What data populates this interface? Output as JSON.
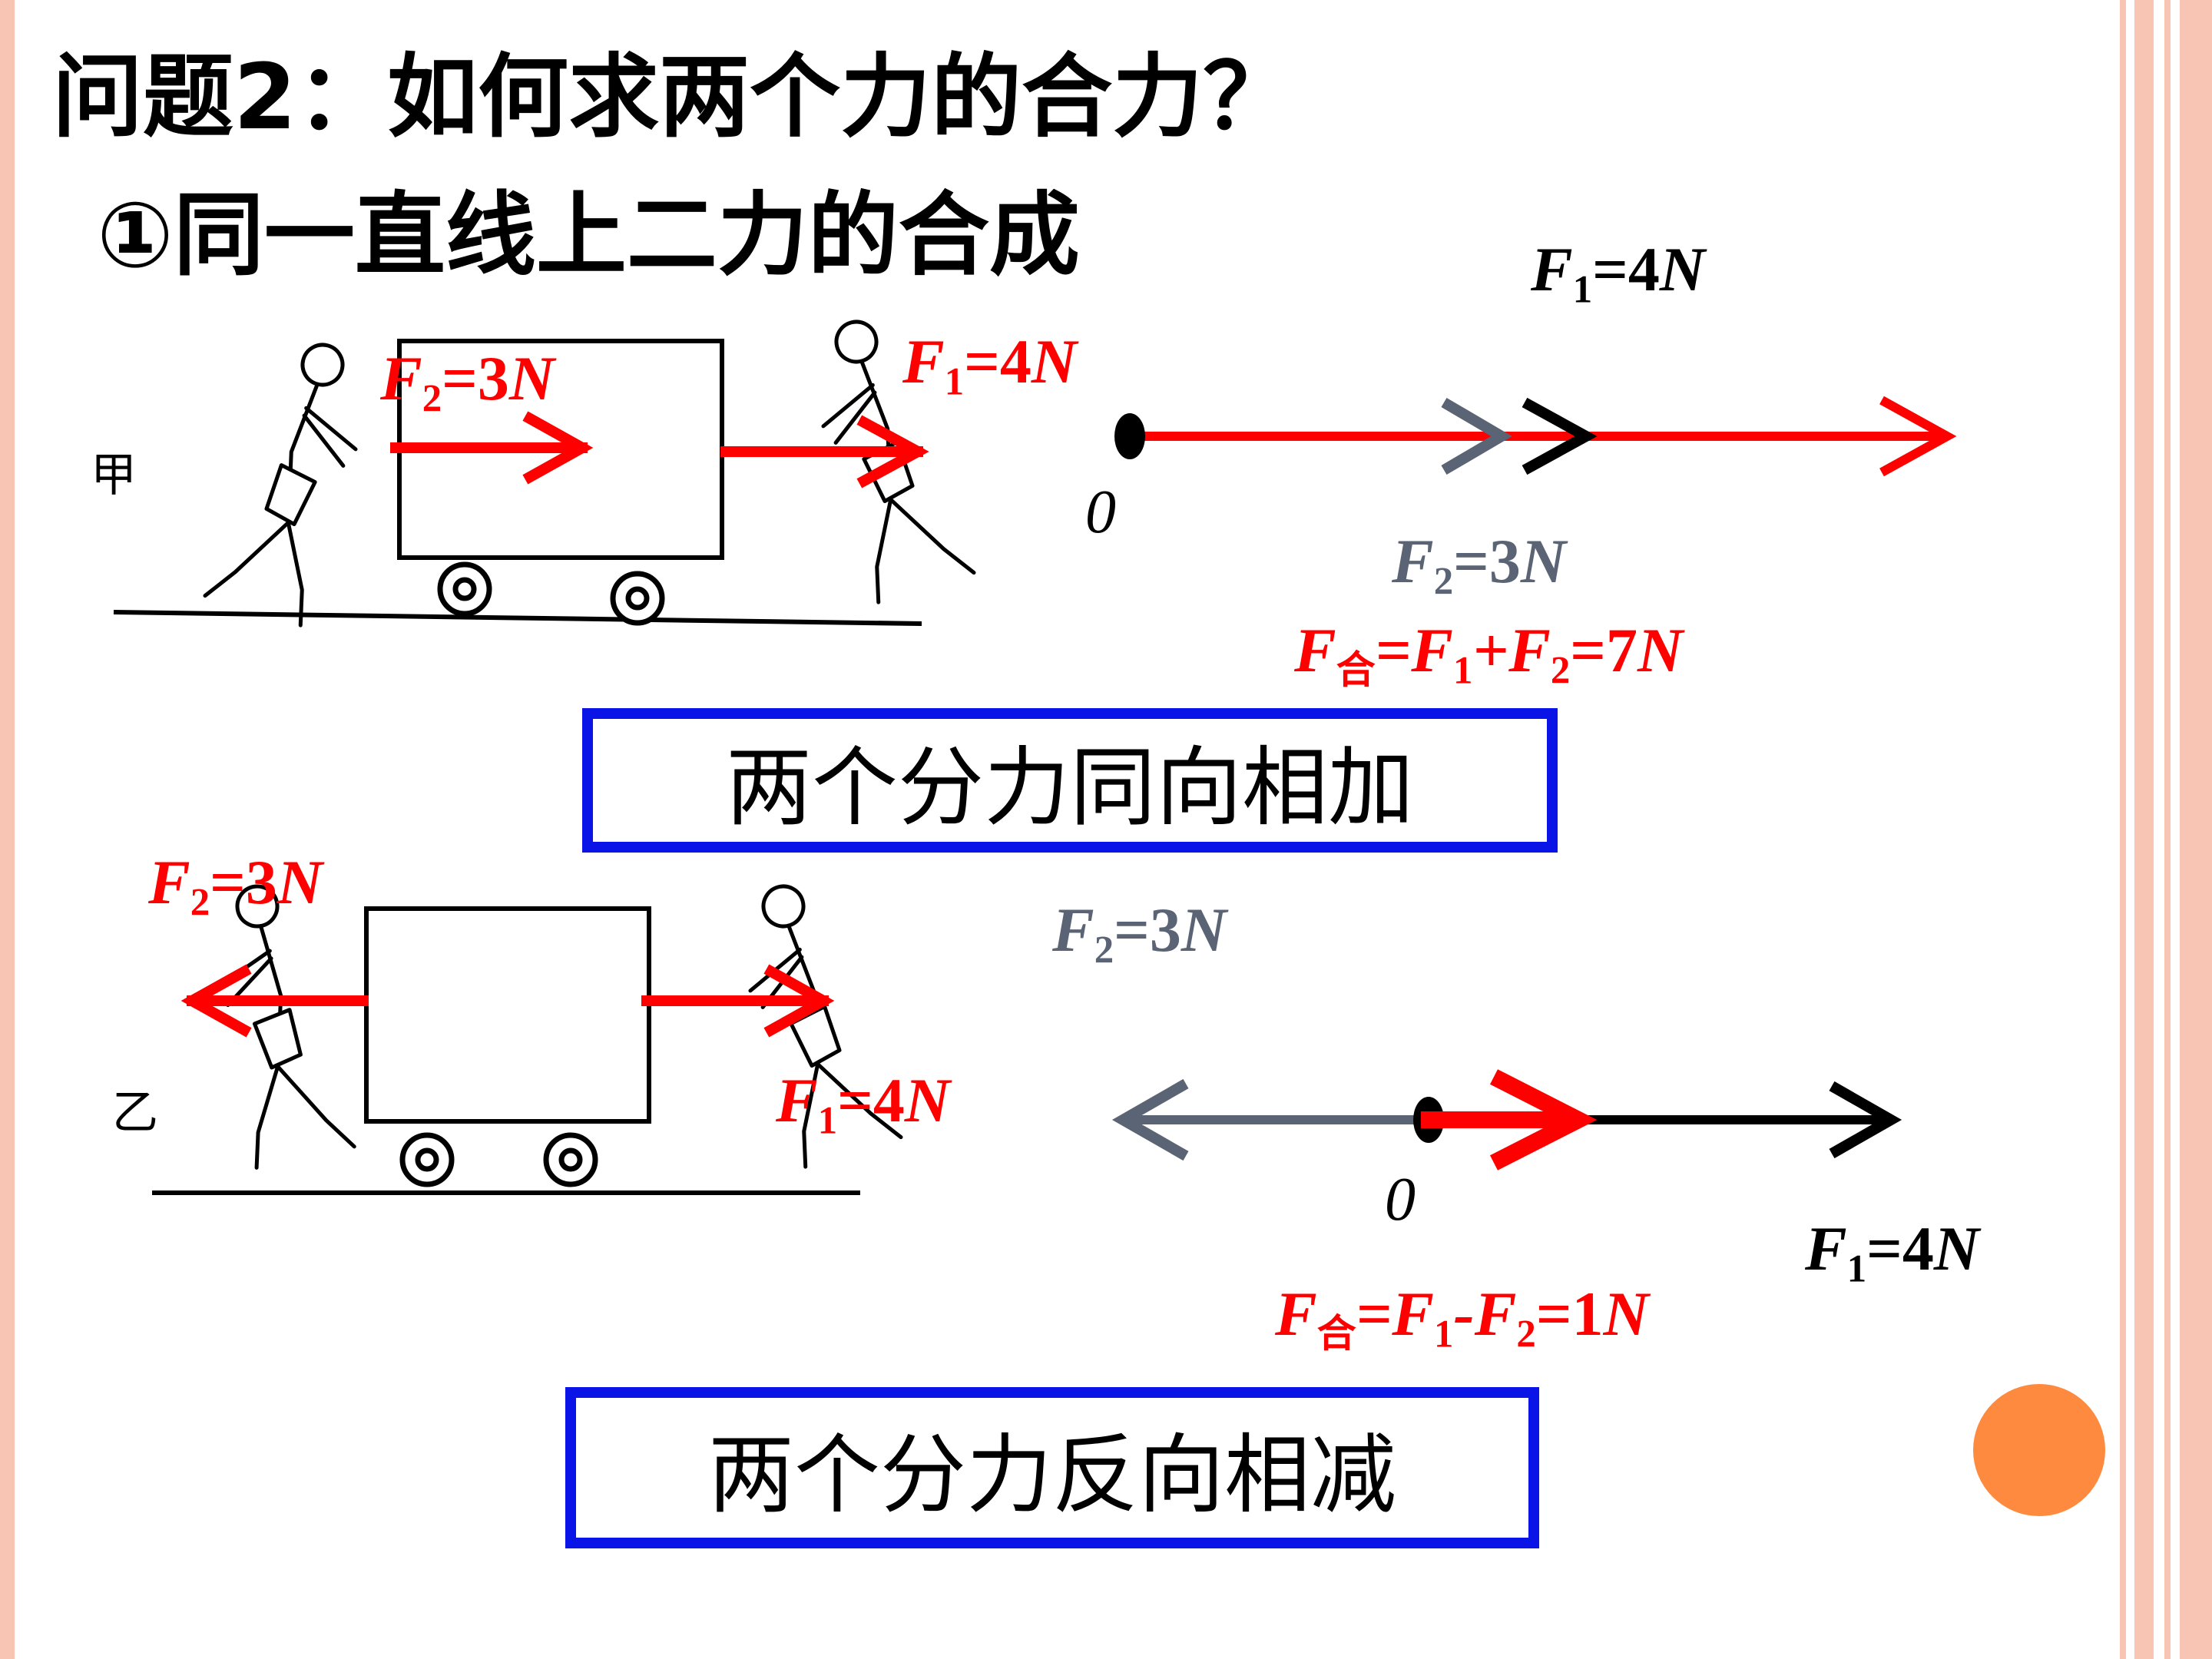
{
  "title": "问题2：如何求两个力的合力？",
  "subtitle": "①同一直线上二力的合成",
  "scene_top": {
    "side_label": "甲",
    "f2_label": {
      "name": "F",
      "sub": "2",
      "value": "=3",
      "unit": "N"
    },
    "f1_label": {
      "name": "F",
      "sub": "1",
      "value": "=4",
      "unit": "N"
    }
  },
  "diagram_top": {
    "f1_label": {
      "name": "F",
      "sub": "1",
      "value": "=4",
      "unit": "N"
    },
    "f2_label": {
      "name": "F",
      "sub": "2",
      "value": "=3",
      "unit": "N"
    },
    "origin_label": "0",
    "resultant": {
      "prefix": "F",
      "sub_he": "合",
      "eq1": "=F",
      "sub1": "1",
      "op": "+F",
      "sub2": "2",
      "eq2": "=7",
      "unit": "N"
    },
    "rule": "两个分力同向相加"
  },
  "scene_bottom": {
    "side_label": "乙",
    "f2_label": {
      "name": "F",
      "sub": "2",
      "value": "=3",
      "unit": "N"
    },
    "f1_label": {
      "name": "F",
      "sub": "1",
      "value": "=4",
      "unit": "N"
    }
  },
  "diagram_bottom": {
    "f2_label": {
      "name": "F",
      "sub": "2",
      "value": "=3",
      "unit": "N"
    },
    "f1_label": {
      "name": "F",
      "sub": "1",
      "value": "=4",
      "unit": "N"
    },
    "origin_label": "0",
    "resultant": {
      "prefix": "F",
      "sub_he": "合",
      "eq1": "=F",
      "sub1": "1",
      "op": "-F",
      "sub2": "2",
      "eq2": "=1",
      "unit": "N"
    },
    "rule": "两个分力反向相减"
  },
  "colors": {
    "frame": "#f8c5b4",
    "force_red": "#ff0000",
    "force_gray": "#5b6474",
    "box_border": "#0a14e6",
    "accent_circle": "#fd8a3e"
  },
  "icons": [
    "cart-icon",
    "person-pushing-icon",
    "person-pulling-icon",
    "force-arrow-icon",
    "accent-circle-icon"
  ]
}
